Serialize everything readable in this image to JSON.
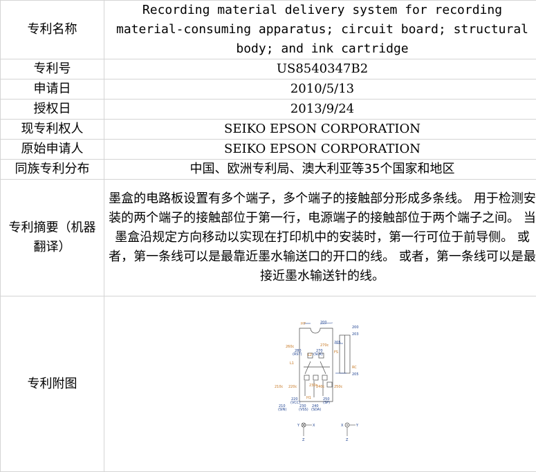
{
  "rows": [
    {
      "label": "专利名称",
      "value": "Recording material delivery system for recording material-consuming apparatus; circuit board; structural body; and ink cartridge"
    },
    {
      "label": "专利号",
      "value": "US8540347B2"
    },
    {
      "label": "申请日",
      "value": "2010/5/13"
    },
    {
      "label": "授权日",
      "value": "2013/9/24"
    },
    {
      "label": "现专利权人",
      "value": "SEIKO EPSON CORPORATION"
    },
    {
      "label": "原始申请人",
      "value": "SEIKO EPSON CORPORATION"
    },
    {
      "label": "同族专利分布",
      "value": "中国、欧洲专利局、澳大利亚等35个国家和地区"
    },
    {
      "label": "专利摘要（机器翻译）",
      "value": "墨盒的电路板设置有多个端子，多个端子的接触部分形成多条线。 用于检测安装的两个端子的接触部位于第一行，电源端子的接触部位于两个端子之间。 当墨盒沿规定方向移动以实现在打印机中的安装时，第一行可位于前导侧。 或者，第一条线可以是最靠近墨水输送口的开口的线。 或者，第一条线可以是最接近墨水输送针的线。"
    },
    {
      "label": "专利附图"
    }
  ],
  "figure": {
    "labels": [
      "H7",
      "200",
      "200",
      "203",
      "205",
      "270c",
      "FS",
      "260c",
      "280",
      "(RST)",
      "270",
      "(SCK)",
      "L1",
      "L2",
      "RC",
      "205",
      "210c",
      "220c",
      "230c",
      "240c",
      "250c",
      "H1",
      "210",
      "(SIN)",
      "220",
      "(VCC)",
      "230",
      "(VSS)",
      "240",
      "(SDA)",
      "250",
      "(SP)",
      "Y",
      "X",
      "Z",
      "X",
      "Y",
      "Z"
    ]
  }
}
